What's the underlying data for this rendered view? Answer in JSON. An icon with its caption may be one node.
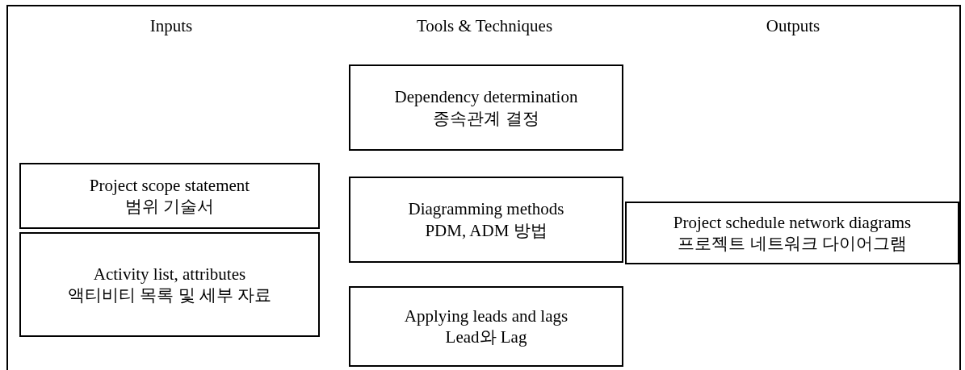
{
  "diagram": {
    "nodes": [
      {
        "text": [
          "Project scope statement",
          "범위 기술서"
        ]
      },
      {
        "text": [
          "Activity list, attributes",
          "액티비티 목록 및 세부 자료"
        ]
      },
      {
        "text": [
          "Dependency determination",
          "종속관계 결정"
        ]
      },
      {
        "text": [
          "Diagramming methods",
          "PDM, ADM 방법"
        ]
      },
      {
        "text": [
          "Applying leads and lags",
          "Lead와 Lag"
        ]
      },
      {
        "text": [
          "Project schedule network diagrams",
          "프로젝트 네트워크 다이어그램"
        ]
      }
    ],
    "edges": [],
    "labels": [
      "Inputs",
      "Tools & Techniques",
      "Outputs"
    ]
  }
}
